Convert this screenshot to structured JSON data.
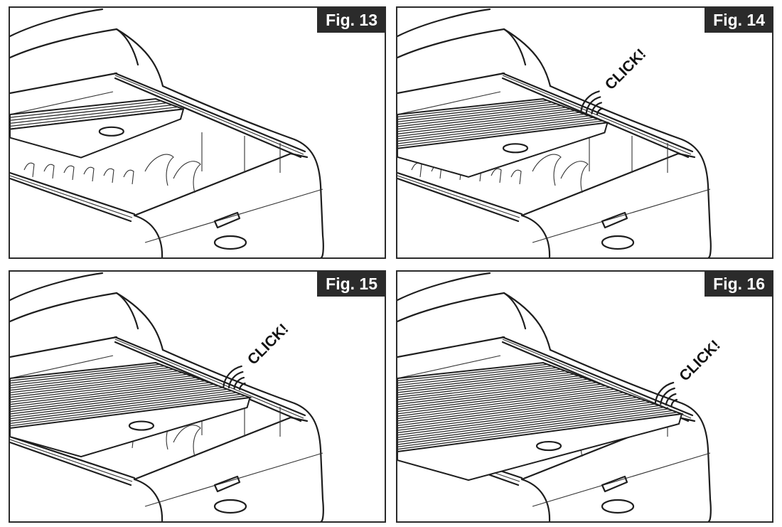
{
  "figures": [
    {
      "label": "Fig. 13",
      "cover_state": "open",
      "click_text": ""
    },
    {
      "label": "Fig. 14",
      "cover_state": "one-third-closed",
      "click_text": "CLICK!"
    },
    {
      "label": "Fig. 15",
      "cover_state": "two-thirds-closed",
      "click_text": "CLICK!"
    },
    {
      "label": "Fig. 16",
      "cover_state": "fully-closed",
      "click_text": "CLICK!"
    }
  ],
  "cover_progress": [
    0.0,
    0.33,
    0.6,
    1.0
  ],
  "colors": {
    "frame": "#2b2b2b",
    "label_bg": "#2b2b2b",
    "label_text": "#ffffff",
    "line": "#1e1e1e"
  }
}
